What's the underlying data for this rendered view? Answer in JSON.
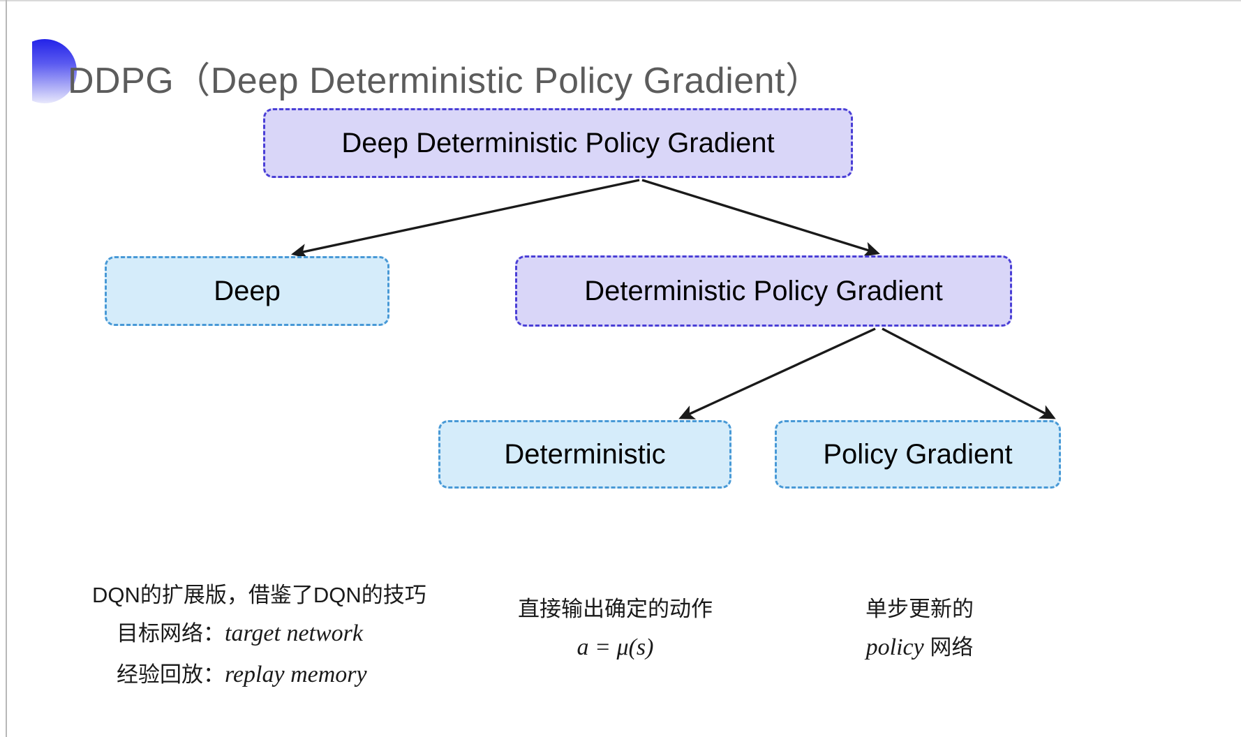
{
  "slide": {
    "title": "DDPG（Deep Deterministic Policy Gradient）",
    "background_color": "#ffffff",
    "title_color": "#5c5c5c",
    "bullet_icon": "gradient-half-circle-bullet",
    "bullet_gradient_from": "#2323e8",
    "bullet_gradient_to": "#e8e8fc"
  },
  "colors": {
    "node_purple_fill": "#d9d6f8",
    "node_purple_border": "#4a3fd6",
    "node_blue_fill": "#d5ecfa",
    "node_blue_border": "#4899d6",
    "arrow_color": "#1a1a1a",
    "left_rule": "#b8b8b8"
  },
  "diagram": {
    "nodes": [
      {
        "id": "root",
        "label": "Deep Deterministic Policy Gradient",
        "style": "purple"
      },
      {
        "id": "deep",
        "label": "Deep",
        "style": "blue"
      },
      {
        "id": "dpg",
        "label": "Deterministic Policy Gradient",
        "style": "purple"
      },
      {
        "id": "det",
        "label": "Deterministic",
        "style": "blue"
      },
      {
        "id": "pg",
        "label": "Policy Gradient",
        "style": "blue"
      }
    ],
    "edges": [
      {
        "from": "root",
        "to": "deep",
        "arrow": "true"
      },
      {
        "from": "root",
        "to": "dpg",
        "arrow": "true"
      },
      {
        "from": "dpg",
        "to": "det",
        "arrow": "true"
      },
      {
        "from": "dpg",
        "to": "pg",
        "arrow": "true"
      }
    ]
  },
  "captions": {
    "deep": {
      "line1": "DQN的扩展版，借鉴了DQN的技巧",
      "line2_label": "目标网络：",
      "line2_term": "target network",
      "line3_label": "经验回放：",
      "line3_term": "replay memory"
    },
    "deterministic": {
      "line1": "直接输出确定的动作",
      "formula": "a = μ(s)"
    },
    "policy_gradient": {
      "line1": "单步更新的",
      "line2_term": "policy",
      "line2_tail": " 网络"
    }
  }
}
